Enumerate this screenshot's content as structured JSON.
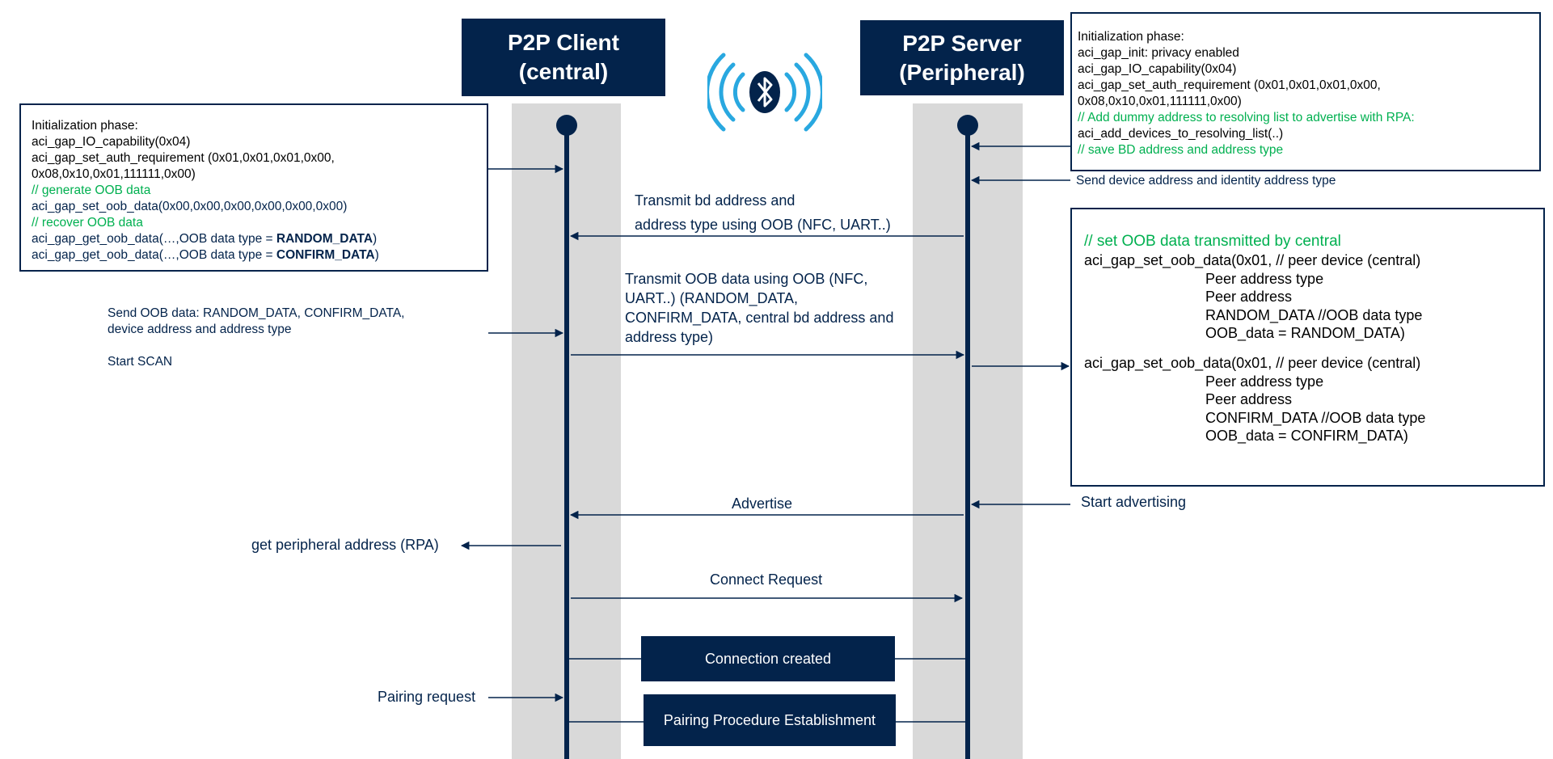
{
  "client": {
    "title": "P2P Client",
    "subtitle": "(central)"
  },
  "server": {
    "title": "P2P Server",
    "subtitle": "(Peripheral)"
  },
  "client_init": {
    "lines": [
      {
        "text": "Initialization phase:",
        "style": "plain"
      },
      {
        "text": "aci_gap_IO_capability(0x04)",
        "style": "plain"
      },
      {
        "text": "aci_gap_set_auth_requirement (0x01,0x01,0x01,0x00,",
        "style": "plain"
      },
      {
        "text": "0x08,0x10,0x01,111111,0x00)",
        "style": "plain"
      },
      {
        "text": "// generate OOB data",
        "style": "green"
      },
      {
        "text": "aci_gap_set_oob_data(0x00,0x00,0x00,0x00,0x00,0x00)",
        "style": "navy"
      },
      {
        "text": "// recover OOB data",
        "style": "green"
      },
      {
        "text": "aci_gap_get_oob_data(…,OOB data type = ",
        "style": "navy",
        "bold": "RANDOM_DATA",
        "after": ")"
      },
      {
        "text": "aci_gap_get_oob_data(…,OOB data type = ",
        "style": "navy",
        "bold": "CONFIRM_DATA",
        "after": ")"
      }
    ]
  },
  "server_init": {
    "lines": [
      {
        "text": "Initialization phase:",
        "style": "plain"
      },
      {
        "text": "aci_gap_init: privacy enabled",
        "style": "plain"
      },
      {
        "text": "aci_gap_IO_capability(0x04)",
        "style": "plain"
      },
      {
        "text": "aci_gap_set_auth_requirement (0x01,0x01,0x01,0x00,",
        "style": "plain"
      },
      {
        "text": "0x08,0x10,0x01,111111,0x00)",
        "style": "plain"
      },
      {
        "text": "// Add dummy address to resolving list to advertise with RPA:",
        "style": "green"
      },
      {
        "text": "aci_add_devices_to_resolving_list(..)",
        "style": "plain"
      },
      {
        "text": "// save BD address and address type",
        "style": "green"
      }
    ]
  },
  "server_oob": {
    "lines": [
      {
        "text": "// set OOB data transmitted by central",
        "style": "green"
      },
      {
        "text": "aci_gap_set_oob_data(0x01, // peer device (central)",
        "style": "plain"
      },
      {
        "text": "Peer address type",
        "style": "indent"
      },
      {
        "text": "Peer address",
        "style": "indent"
      },
      {
        "text": "RANDOM_DATA //OOB data type",
        "style": "indent"
      },
      {
        "text": "OOB_data = RANDOM_DATA)",
        "style": "indent"
      },
      {
        "text": "",
        "style": "plain"
      },
      {
        "text": "aci_gap_set_oob_data(0x01, // peer device (central)",
        "style": "plain"
      },
      {
        "text": "Peer address type",
        "style": "indent"
      },
      {
        "text": "Peer address",
        "style": "indent"
      },
      {
        "text": "CONFIRM_DATA //OOB data type",
        "style": "indent"
      },
      {
        "text": "OOB_data = CONFIRM_DATA)",
        "style": "indent"
      }
    ]
  },
  "notes": {
    "send_device_address": "Send device address and identity address type",
    "send_oob": "Send OOB data: RANDOM_DATA, CONFIRM_DATA,\ndevice address and address type\n\nStart SCAN",
    "start_advertising": "Start advertising",
    "get_peripheral_address": "get peripheral address (RPA)",
    "pairing_request": "Pairing request"
  },
  "messages": {
    "transmit_bd": "Transmit bd address and\naddress type using OOB (NFC, UART..)",
    "transmit_oob": "Transmit OOB data using OOB (NFC,\nUART..) (RANDOM_DATA,\nCONFIRM_DATA, central bd address and\naddress type)",
    "advertise": "Advertise",
    "connect_request": "Connect Request"
  },
  "events": {
    "connection_created": "Connection created",
    "pairing_procedure": "Pairing Procedure Establishment"
  },
  "icons": {
    "bluetooth": "bluetooth-icon"
  },
  "colors": {
    "navy": "#03234b",
    "green": "#00b050",
    "lane": "#d9d9d9",
    "bluetooth_blue": "#29a8e0"
  }
}
